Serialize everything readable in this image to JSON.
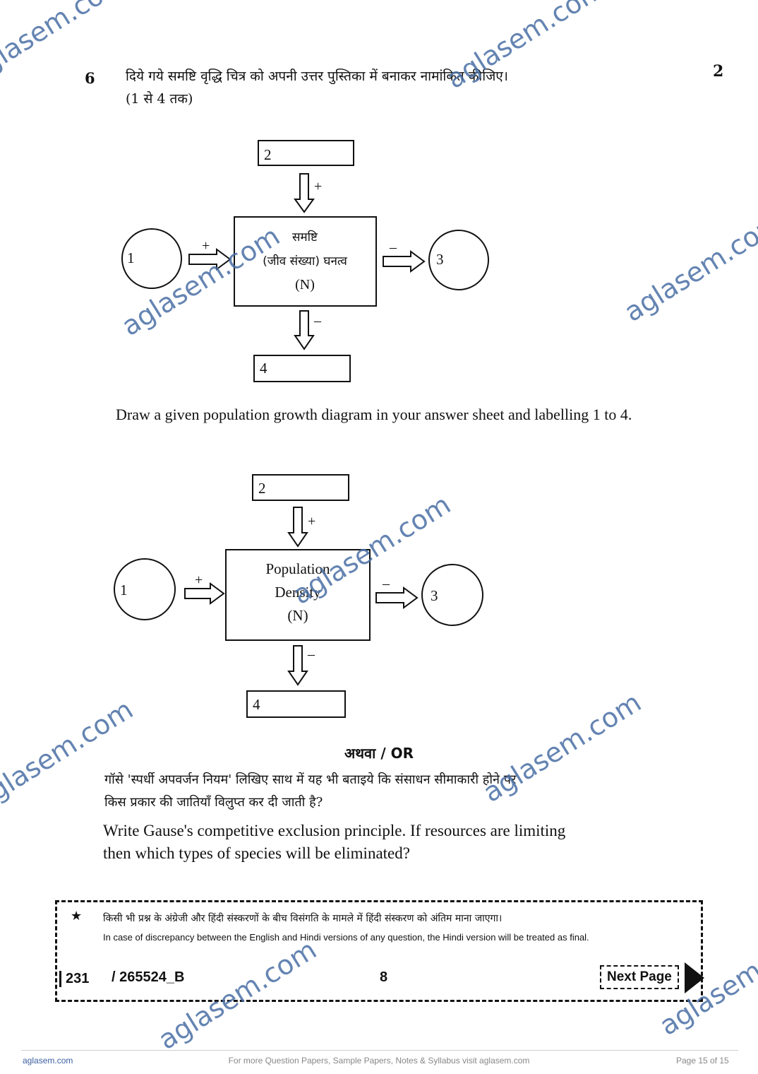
{
  "question": {
    "number": "6",
    "marks": "2",
    "hindi_line1": "दिये गये समष्टि वृद्धि चित्र को अपनी उत्तर पुस्तिका में बनाकर नामांकित कीजिए।",
    "hindi_line2": "(1 से 4 तक)",
    "english": "Draw a given population growth diagram in your answer sheet and labelling 1 to 4."
  },
  "diagram_hindi": {
    "center_line1": "समष्टि",
    "center_line2": "(जीव संख्या) घनत्व",
    "center_line3": "(N)",
    "label_1": "1",
    "label_2": "2",
    "label_3": "3",
    "label_4": "4",
    "sign_top": "+",
    "sign_left": "+",
    "sign_right": "–",
    "sign_bottom": "–"
  },
  "diagram_english": {
    "center_line1": "Population",
    "center_line2": "Density",
    "center_line3": "(N)",
    "label_1": "1",
    "label_2": "2",
    "label_3": "3",
    "label_4": "4",
    "sign_top": "+",
    "sign_left": "+",
    "sign_right": "–",
    "sign_bottom": "–"
  },
  "or_section": {
    "heading": "अथवा / OR",
    "hindi_line1": "गॉसे 'स्पर्धी अपवर्जन नियम' लिखिए साथ में यह भी बताइये कि संसाधन सीमाकारी होने पर",
    "hindi_line2": "किस प्रकार की जातियाँ विलुप्त कर दी जाती है?",
    "english_line1": "Write Gause's competitive exclusion principle. If resources are limiting",
    "english_line2": "then which types of species will be eliminated?"
  },
  "note": {
    "star": "★",
    "hindi": "किसी भी प्रश्न के अंग्रेजी और हिंदी संस्करणों के बीच विसंगति के मामले में हिंदी संस्करण को अंतिम माना जाएगा।",
    "english": "In case of discrepancy between the English and Hindi versions of any question, the Hindi version will be treated as final."
  },
  "page_info": {
    "code": "231",
    "paper_code": "/ 265524_B",
    "page_number": "8",
    "next_page": "Next Page"
  },
  "footer": {
    "left": "aglasem.com",
    "middle": "For more Question Papers, Sample Papers, Notes & Syllabus visit aglasem.com",
    "right": "Page 15 of 15"
  },
  "watermark": {
    "text": "aglasem.com",
    "color": "#4a6fa5"
  }
}
